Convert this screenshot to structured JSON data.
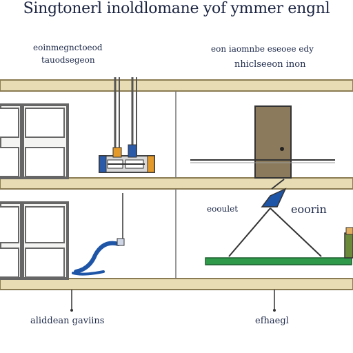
{
  "title": "Singtonerl inoldlomane yof ymmer engnl",
  "labels": {
    "top_left_line1": "eoinmegnctoeod",
    "top_left_line2": "tauodsegeon",
    "top_right_line1": "eon iaomnbe eseoee edy",
    "top_right_line2": "nhiclseeon inon",
    "mid_left": "eooulet",
    "mid_right": "eoorin",
    "bottom_left": "aliddean gaviins",
    "bottom_right": "efhaegl"
  },
  "colors": {
    "beam": "#e8dcb4",
    "beam_stroke": "#8a7b52",
    "door": "#8b7a5b",
    "pipe": "#1f55a6",
    "board": "#2e9a4a",
    "jack_orange": "#e49a2a",
    "jack_blue": "#2a5aa8"
  }
}
